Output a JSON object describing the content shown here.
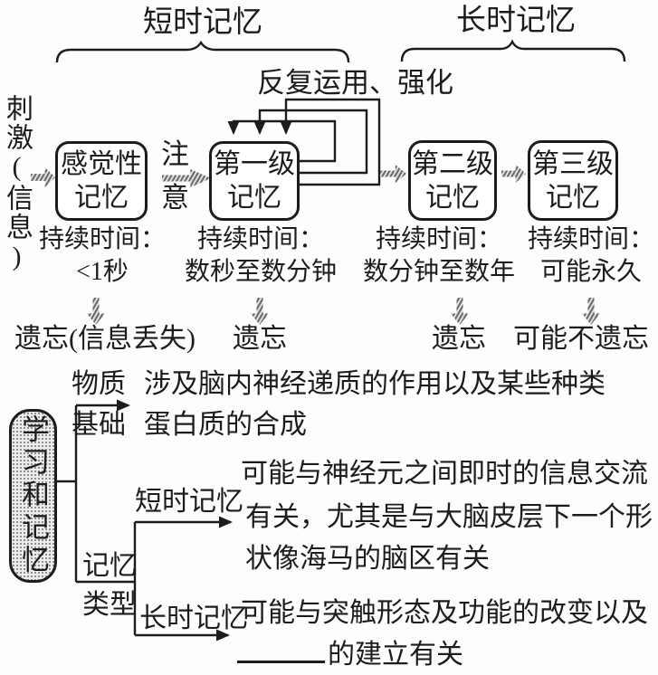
{
  "top": {
    "short_term": "短时记忆",
    "long_term": "长时记忆",
    "reinforce": "反复运用、强化"
  },
  "flow": {
    "stimulus": "刺激(信息)",
    "attention_char1": "注",
    "attention_char2": "意",
    "boxes": [
      {
        "line1": "感觉性",
        "line2": "记忆"
      },
      {
        "line1": "第一级",
        "line2": "记忆"
      },
      {
        "line1": "第二级",
        "line2": "记忆"
      },
      {
        "line1": "第三级",
        "line2": "记忆"
      }
    ],
    "durations": [
      {
        "label": "持续时间：",
        "value": "<1秒"
      },
      {
        "label": "持续时间：",
        "value": "数秒至数分钟"
      },
      {
        "label": "持续时间：",
        "value": "数分钟至数年"
      },
      {
        "label": "持续时间：",
        "value": "可能永久"
      }
    ],
    "outcomes": [
      "遗忘(信息丢失)",
      "遗忘",
      "遗忘",
      "可能不遗忘"
    ]
  },
  "bottom": {
    "root": "学习和记忆",
    "material_label1": "物质",
    "material_label2": "基础",
    "material_text1": "涉及脑内神经递质的作用以及某些种类",
    "material_text2": "蛋白质的合成",
    "type_label1": "记忆",
    "type_label2": "类型",
    "short_label": "短时记忆",
    "short_text1": "可能与神经元之间即时的信息交流",
    "short_text2": "有关，尤其是与大脑皮层下一个形",
    "short_text3": "状像海马的脑区有关",
    "long_label": "长时记忆",
    "long_text1": "可能与突触形态及功能的改变以及",
    "long_text2": "的建立有关"
  }
}
